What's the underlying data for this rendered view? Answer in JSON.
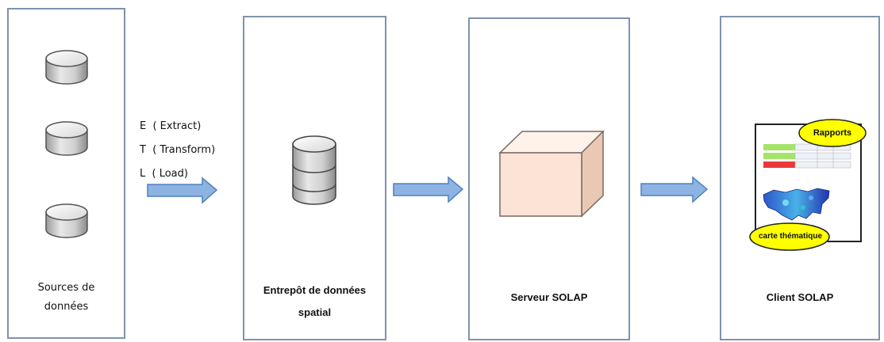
{
  "panels": {
    "sources": {
      "line1": "Sources de",
      "line2": "données"
    },
    "warehouse": {
      "line1": "Entrepôt de données",
      "line2": "spatial"
    },
    "server": {
      "label": "Serveur SOLAP"
    },
    "client": {
      "label": "Client SOLAP"
    }
  },
  "etl": {
    "extract": "E  ( Extract)",
    "transform": "T  ( Transform)",
    "load": "L  ( Load)"
  },
  "client_report": {
    "bubble_top": "Rapports",
    "bubble_bottom": "carte thématique"
  },
  "colors": {
    "panel_border": "#7f93ad",
    "arrow_fill": "#8db3e2",
    "arrow_stroke": "#4f81bd",
    "cube_fill": "#fbe3d6",
    "bubble_fill": "#ffff00"
  }
}
